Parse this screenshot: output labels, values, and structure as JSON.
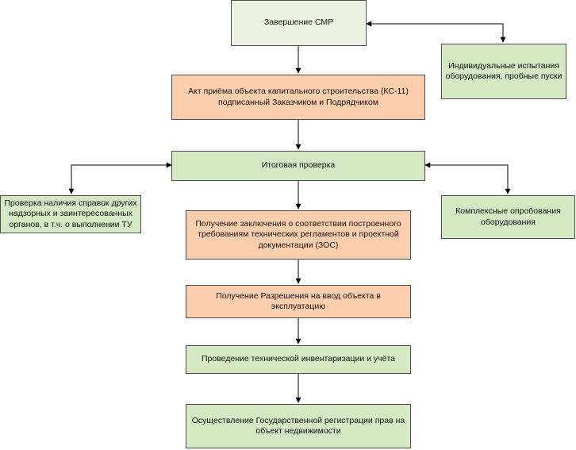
{
  "nodes": {
    "completion": "Завершение СМР",
    "individual_tests": "Индивидуальные испытания оборудования, пробные пуски",
    "acceptance_act": "Акт приёма объекта капитального строительства (КС-11) подписанный Заказчиком и Подрядчиком",
    "final_check": "Итоговая проверка",
    "certificates_check": "Проверка наличия справок других надзорных и заинтересованных органов, в т.ч. о выполнении ТУ",
    "complex_tests": "Комплексные опробования оборудования",
    "conformity_conclusion": "Получение заключения о соответствии построенного требованиям технических регламентов и проектной документации (ЗОС)",
    "commissioning_permit": "Получение Разрешения на ввод объекта в эксплуатацию",
    "technical_inventory": "Проведение технической инвентаризации и учёта",
    "state_registration": "Осуществление Государственной регистрации прав на объект недвижимости"
  },
  "colors": {
    "green_fill": "#d5e8c4",
    "peach_fill": "#fcceae",
    "pale_fill": "#edf3e2",
    "border": "#4d4d4d",
    "connector": "#000000"
  }
}
